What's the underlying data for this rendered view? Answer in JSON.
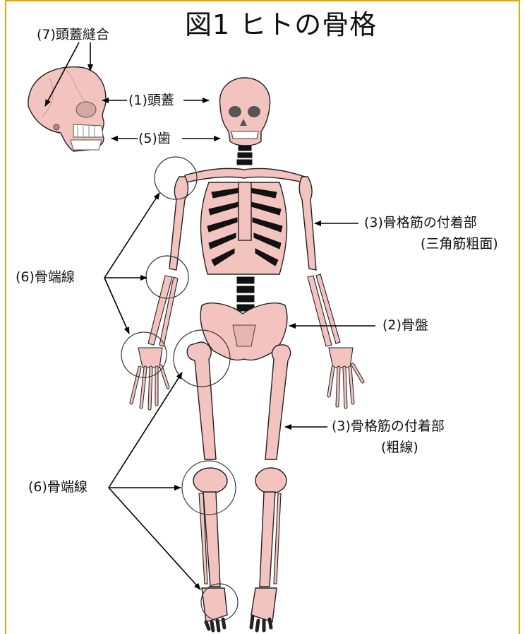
{
  "title": "図1 ヒトの骨格",
  "labels": {
    "suture": "(7)頭蓋縫合",
    "skull": "(1)頭蓋",
    "teeth": "(5)歯",
    "muscle_attach_upper_1": "(3)骨格筋の付着部",
    "muscle_attach_upper_2": "(三角筋粗面)",
    "epiphyseal_upper": "(6)骨端線",
    "pelvis": "(2)骨盤",
    "muscle_attach_lower_1": "(3)骨格筋の付着部",
    "muscle_attach_lower_2": "(粗線)",
    "epiphyseal_lower": "(6)骨端線"
  },
  "colors": {
    "frame": "#F2A100",
    "bone": "#F3C3C0",
    "outline": "#222222"
  }
}
